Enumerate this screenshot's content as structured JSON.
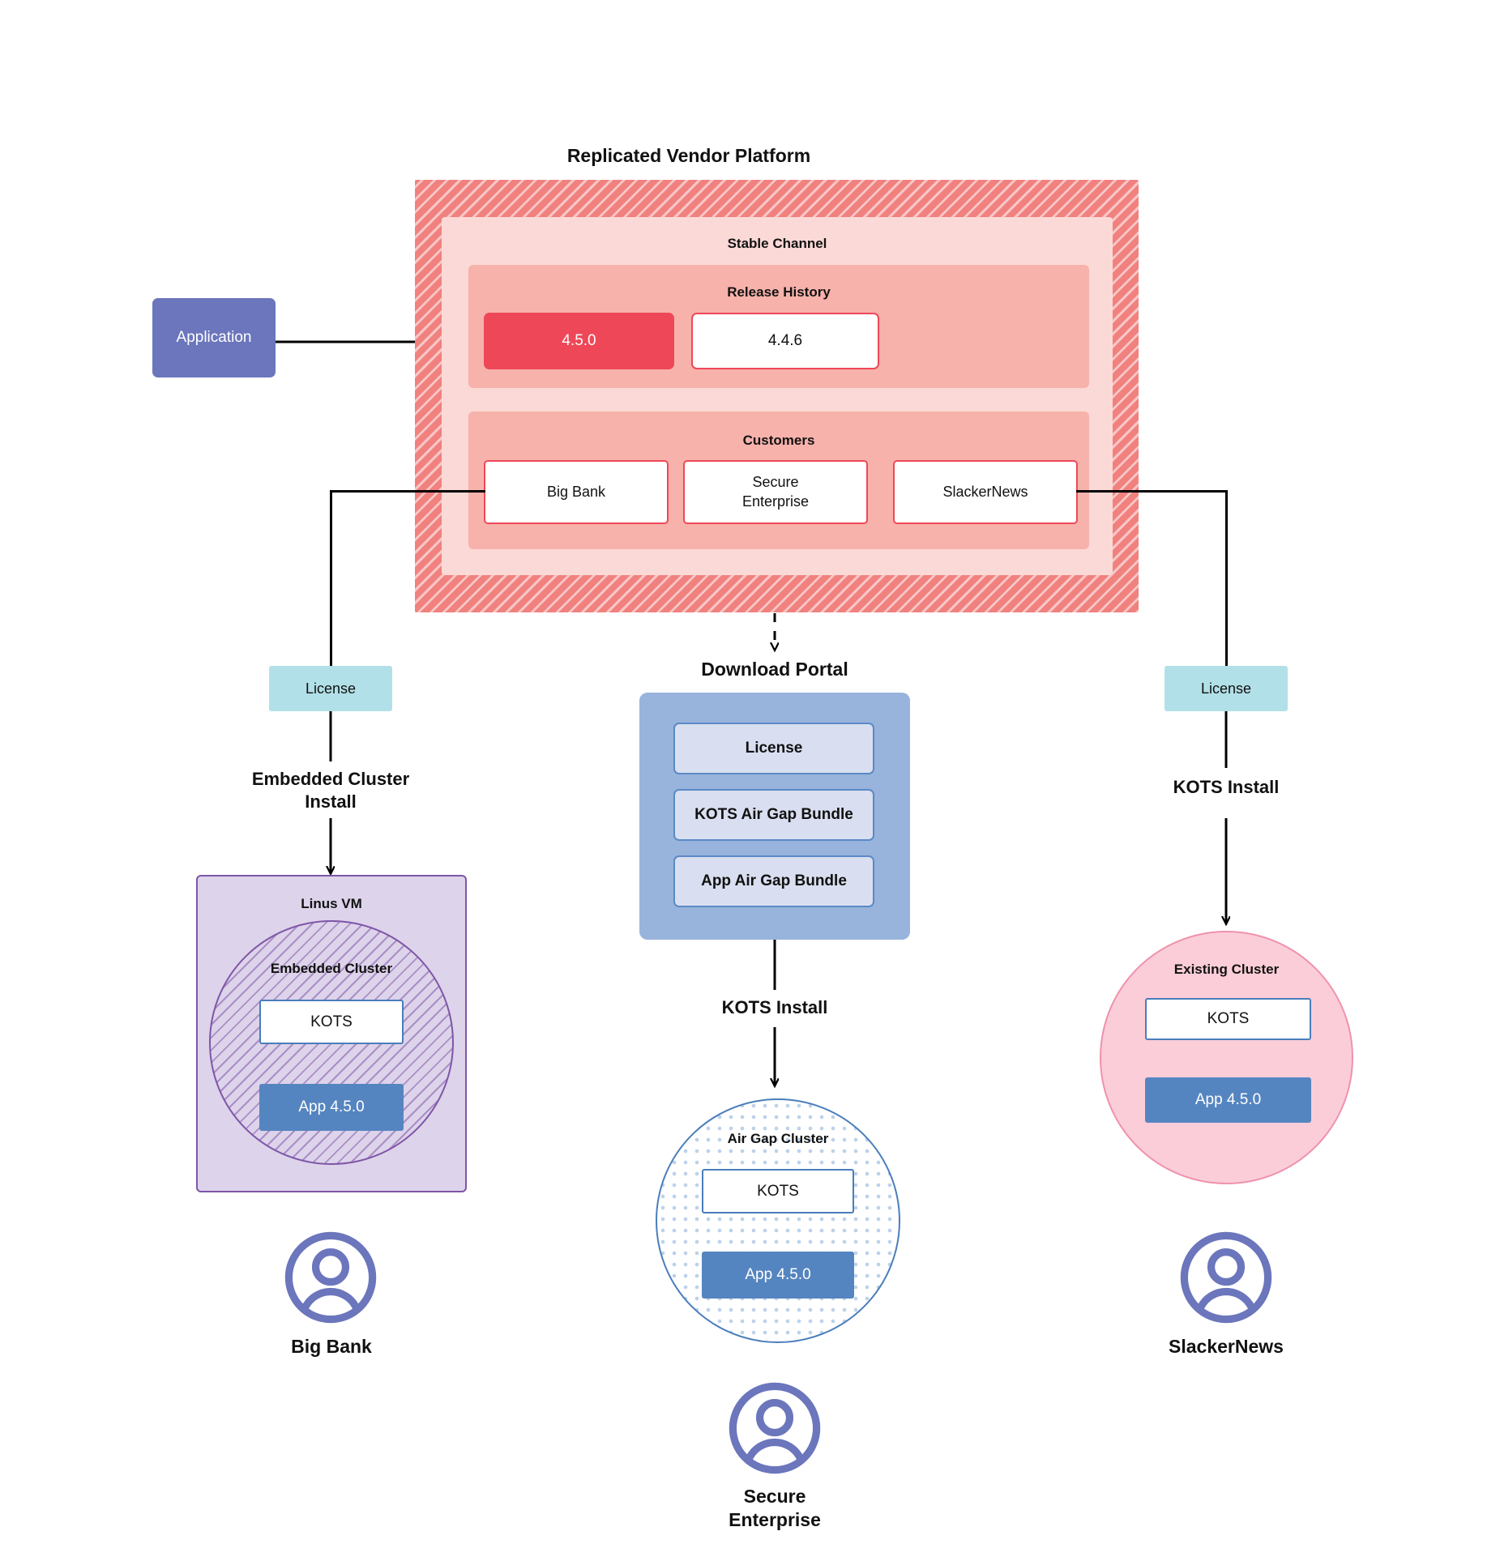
{
  "diagram": {
    "title": "Replicated Vendor Platform"
  },
  "application": {
    "label": "Application"
  },
  "vendor_platform": {
    "title": "Replicated Vendor Platform",
    "stable_channel": {
      "title": "Stable Channel",
      "release_history": {
        "title": "Release History",
        "releases": [
          {
            "version": "4.5.0",
            "current": true
          },
          {
            "version": "4.4.6",
            "current": false
          }
        ]
      },
      "customers": {
        "title": "Customers",
        "items": [
          {
            "name": "Big Bank"
          },
          {
            "name": "Secure\nEnterprise"
          },
          {
            "name": "SlackerNews"
          }
        ]
      }
    }
  },
  "left_branch": {
    "license_label": "License",
    "install_label": "Embedded Cluster\nInstall",
    "host": {
      "title": "Linus VM",
      "cluster_title": "Embedded Cluster",
      "kots_label": "KOTS",
      "app_label": "App 4.5.0"
    },
    "customer_name": "Big Bank"
  },
  "middle_branch": {
    "portal_title": "Download  Portal",
    "portal_items": [
      "License",
      "KOTS Air Gap Bundle",
      "App Air Gap Bundle"
    ],
    "install_label": "KOTS Install",
    "cluster": {
      "title": "Air Gap Cluster",
      "kots_label": "KOTS",
      "app_label": "App 4.5.0"
    },
    "customer_name": "Secure\nEnterprise"
  },
  "right_branch": {
    "license_label": "License",
    "install_label": "KOTS Install",
    "cluster": {
      "title": "Existing Cluster",
      "kots_label": "KOTS",
      "app_label": "App 4.5.0"
    },
    "customer_name": "SlackerNews"
  },
  "colors": {
    "platform_hatch": "#f0817f",
    "stable_channel": "#fbd9d6",
    "sub_panel": "#f7b2ab",
    "accent_red": "#ee4858",
    "application_purple": "#6b76bc",
    "license_teal": "#b2e0e8",
    "portal_blue": "#98b3dc",
    "portal_item_blue": "#d9dff0",
    "app_chip_blue": "#5585c0",
    "vm_purple": "#ddd3ea",
    "vm_border": "#7e56a8",
    "existing_cluster_pink": "#fbcdd8",
    "cluster_border_blue": "#4a7ebb",
    "avatar_purple": "#6b76bc"
  }
}
